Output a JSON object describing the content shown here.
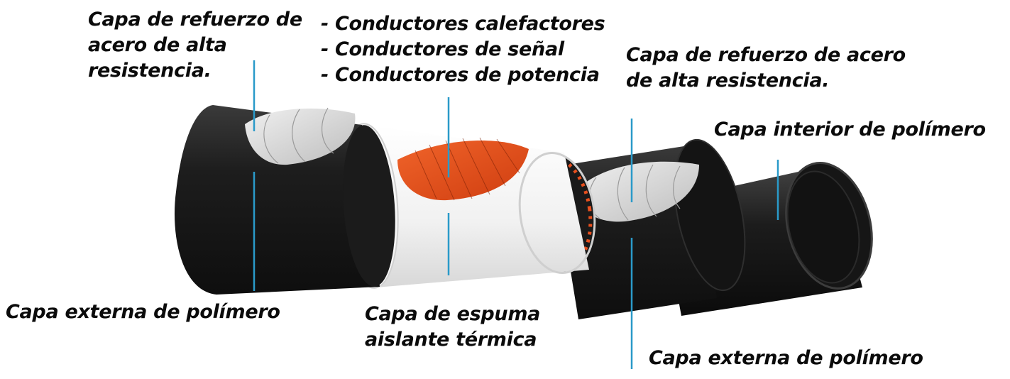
{
  "labels": {
    "steel_left": [
      "Capa de refuerzo de",
      "acero de alta",
      "resistencia."
    ],
    "conductors": [
      "- Conductores calefactores",
      "- Conductores de señal",
      "- Conductores de potencia"
    ],
    "steel_right": [
      "Capa de refuerzo de acero",
      "de alta resistencia."
    ],
    "inner_polymer": "Capa interior de polímero",
    "outer_polymer_left": "Capa externa de polímero",
    "foam": [
      "Capa de espuma",
      "aislante térmica"
    ],
    "outer_polymer_right": "Capa externa de polímero"
  },
  "colors": {
    "outer_sheath": "#1c1c1c",
    "inner_pipe": "#151515",
    "foam": "#f4f4f4",
    "steel": "#d9d9d9",
    "heating": "#e8501e",
    "leader_line": "#2a9ac9",
    "text": "#0b0b0b"
  }
}
